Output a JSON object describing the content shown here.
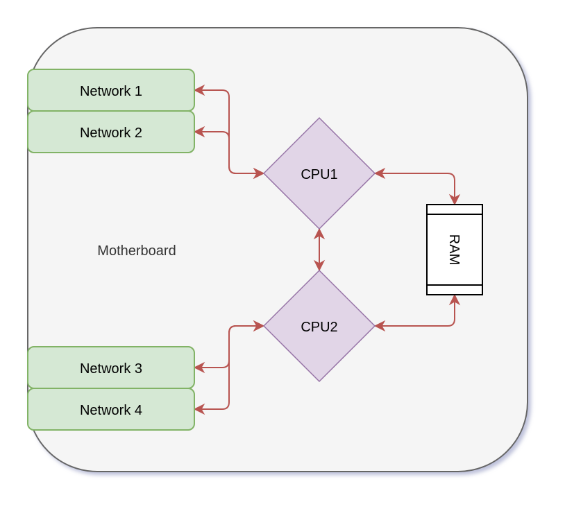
{
  "diagram": {
    "title": "Motherboard",
    "colors": {
      "board_fill": "#f5f5f5",
      "board_stroke": "#666666",
      "board_shadow": "#b6bad6",
      "network_fill": "#d5e8d4",
      "network_stroke": "#82b366",
      "cpu_fill": "#e1d5e7",
      "cpu_stroke": "#9673a6",
      "ram_fill": "#ffffff",
      "ram_stroke": "#000000",
      "edge": "#b85450"
    },
    "nodes": {
      "board": {
        "label": "Motherboard"
      },
      "network1": {
        "label": "Network 1"
      },
      "network2": {
        "label": "Network 2"
      },
      "network3": {
        "label": "Network 3"
      },
      "network4": {
        "label": "Network 4"
      },
      "cpu1": {
        "label": "CPU1"
      },
      "cpu2": {
        "label": "CPU2"
      },
      "ram": {
        "label": "RAM"
      }
    },
    "edges": [
      {
        "from": "cpu1",
        "to": "network1",
        "bidirectional": true
      },
      {
        "from": "cpu1",
        "to": "network2",
        "bidirectional": true
      },
      {
        "from": "cpu1",
        "to": "ram",
        "bidirectional": true
      },
      {
        "from": "cpu1",
        "to": "cpu2",
        "bidirectional": true
      },
      {
        "from": "cpu2",
        "to": "network3",
        "bidirectional": true
      },
      {
        "from": "cpu2",
        "to": "network4",
        "bidirectional": true
      },
      {
        "from": "cpu2",
        "to": "ram",
        "bidirectional": true
      }
    ]
  }
}
